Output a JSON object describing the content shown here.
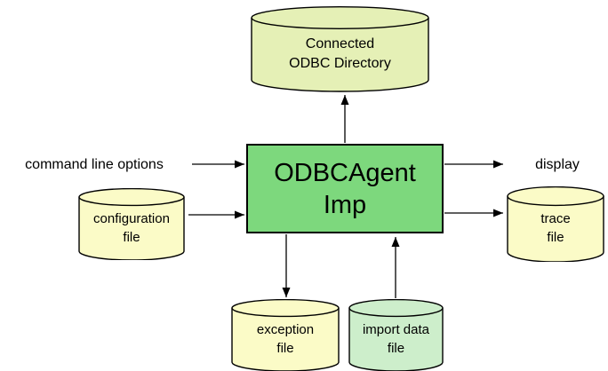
{
  "colors": {
    "process_box": "#7dd87d",
    "directory_cylinder": "#e5f0b6",
    "file_cylinder": "#fbfbc7",
    "import_cylinder": "#cdeecb",
    "line": "#000000"
  },
  "process_box": {
    "line1": "ODBCAgent",
    "line2": "Imp"
  },
  "nodes": {
    "connected_odbc_directory": {
      "line1": "Connected",
      "line2": "ODBC Directory"
    },
    "configuration_file": {
      "line1": "configuration",
      "line2": "file"
    },
    "trace_file": {
      "line1": "trace",
      "line2": "file"
    },
    "exception_file": {
      "line1": "exception",
      "line2": "file"
    },
    "import_data_file": {
      "line1": "import data",
      "line2": "file"
    }
  },
  "labels": {
    "command_line_options": "command line options",
    "display": "display"
  }
}
